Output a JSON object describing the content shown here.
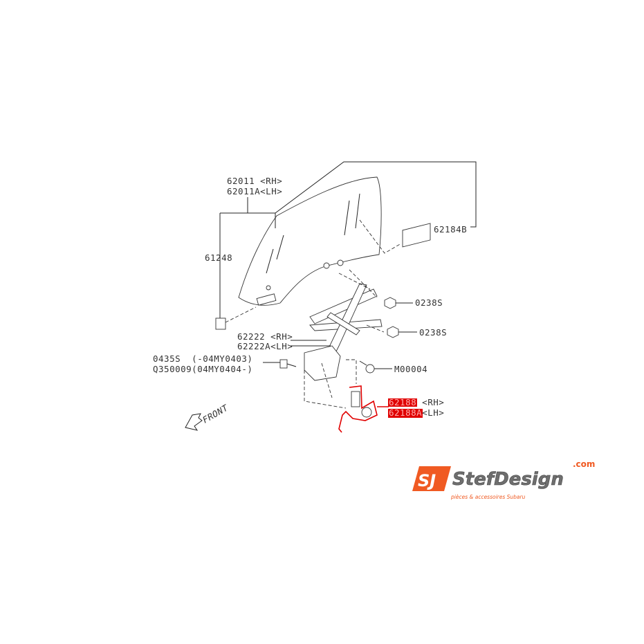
{
  "labels": {
    "glass_rh": "62011 <RH>",
    "glass_lh": "62011A<LH>",
    "clip": "61248",
    "label_plate": "62184B",
    "nut_upper": "0238S",
    "nut_lower": "0238S",
    "regulator_rh": "62222 <RH>",
    "regulator_lh": "62222A<LH>",
    "bolt_a": "0435S  (-04MY0403)",
    "bolt_b": "Q350009(04MY0404-)",
    "bolt_m": "M00004",
    "motor_rh_code": "62188",
    "motor_rh_side": " <RH>",
    "motor_lh_code": "62188A",
    "motor_lh_side": "<LH>",
    "front": "FRONT"
  },
  "highlight_color": "#e00000",
  "logo": {
    "brand": "StefDesign",
    "tld": ".com",
    "tagline": "pièces & accessoires Subaru",
    "colors": {
      "orange": "#f05a22",
      "gray": "#6e6e6e"
    }
  }
}
